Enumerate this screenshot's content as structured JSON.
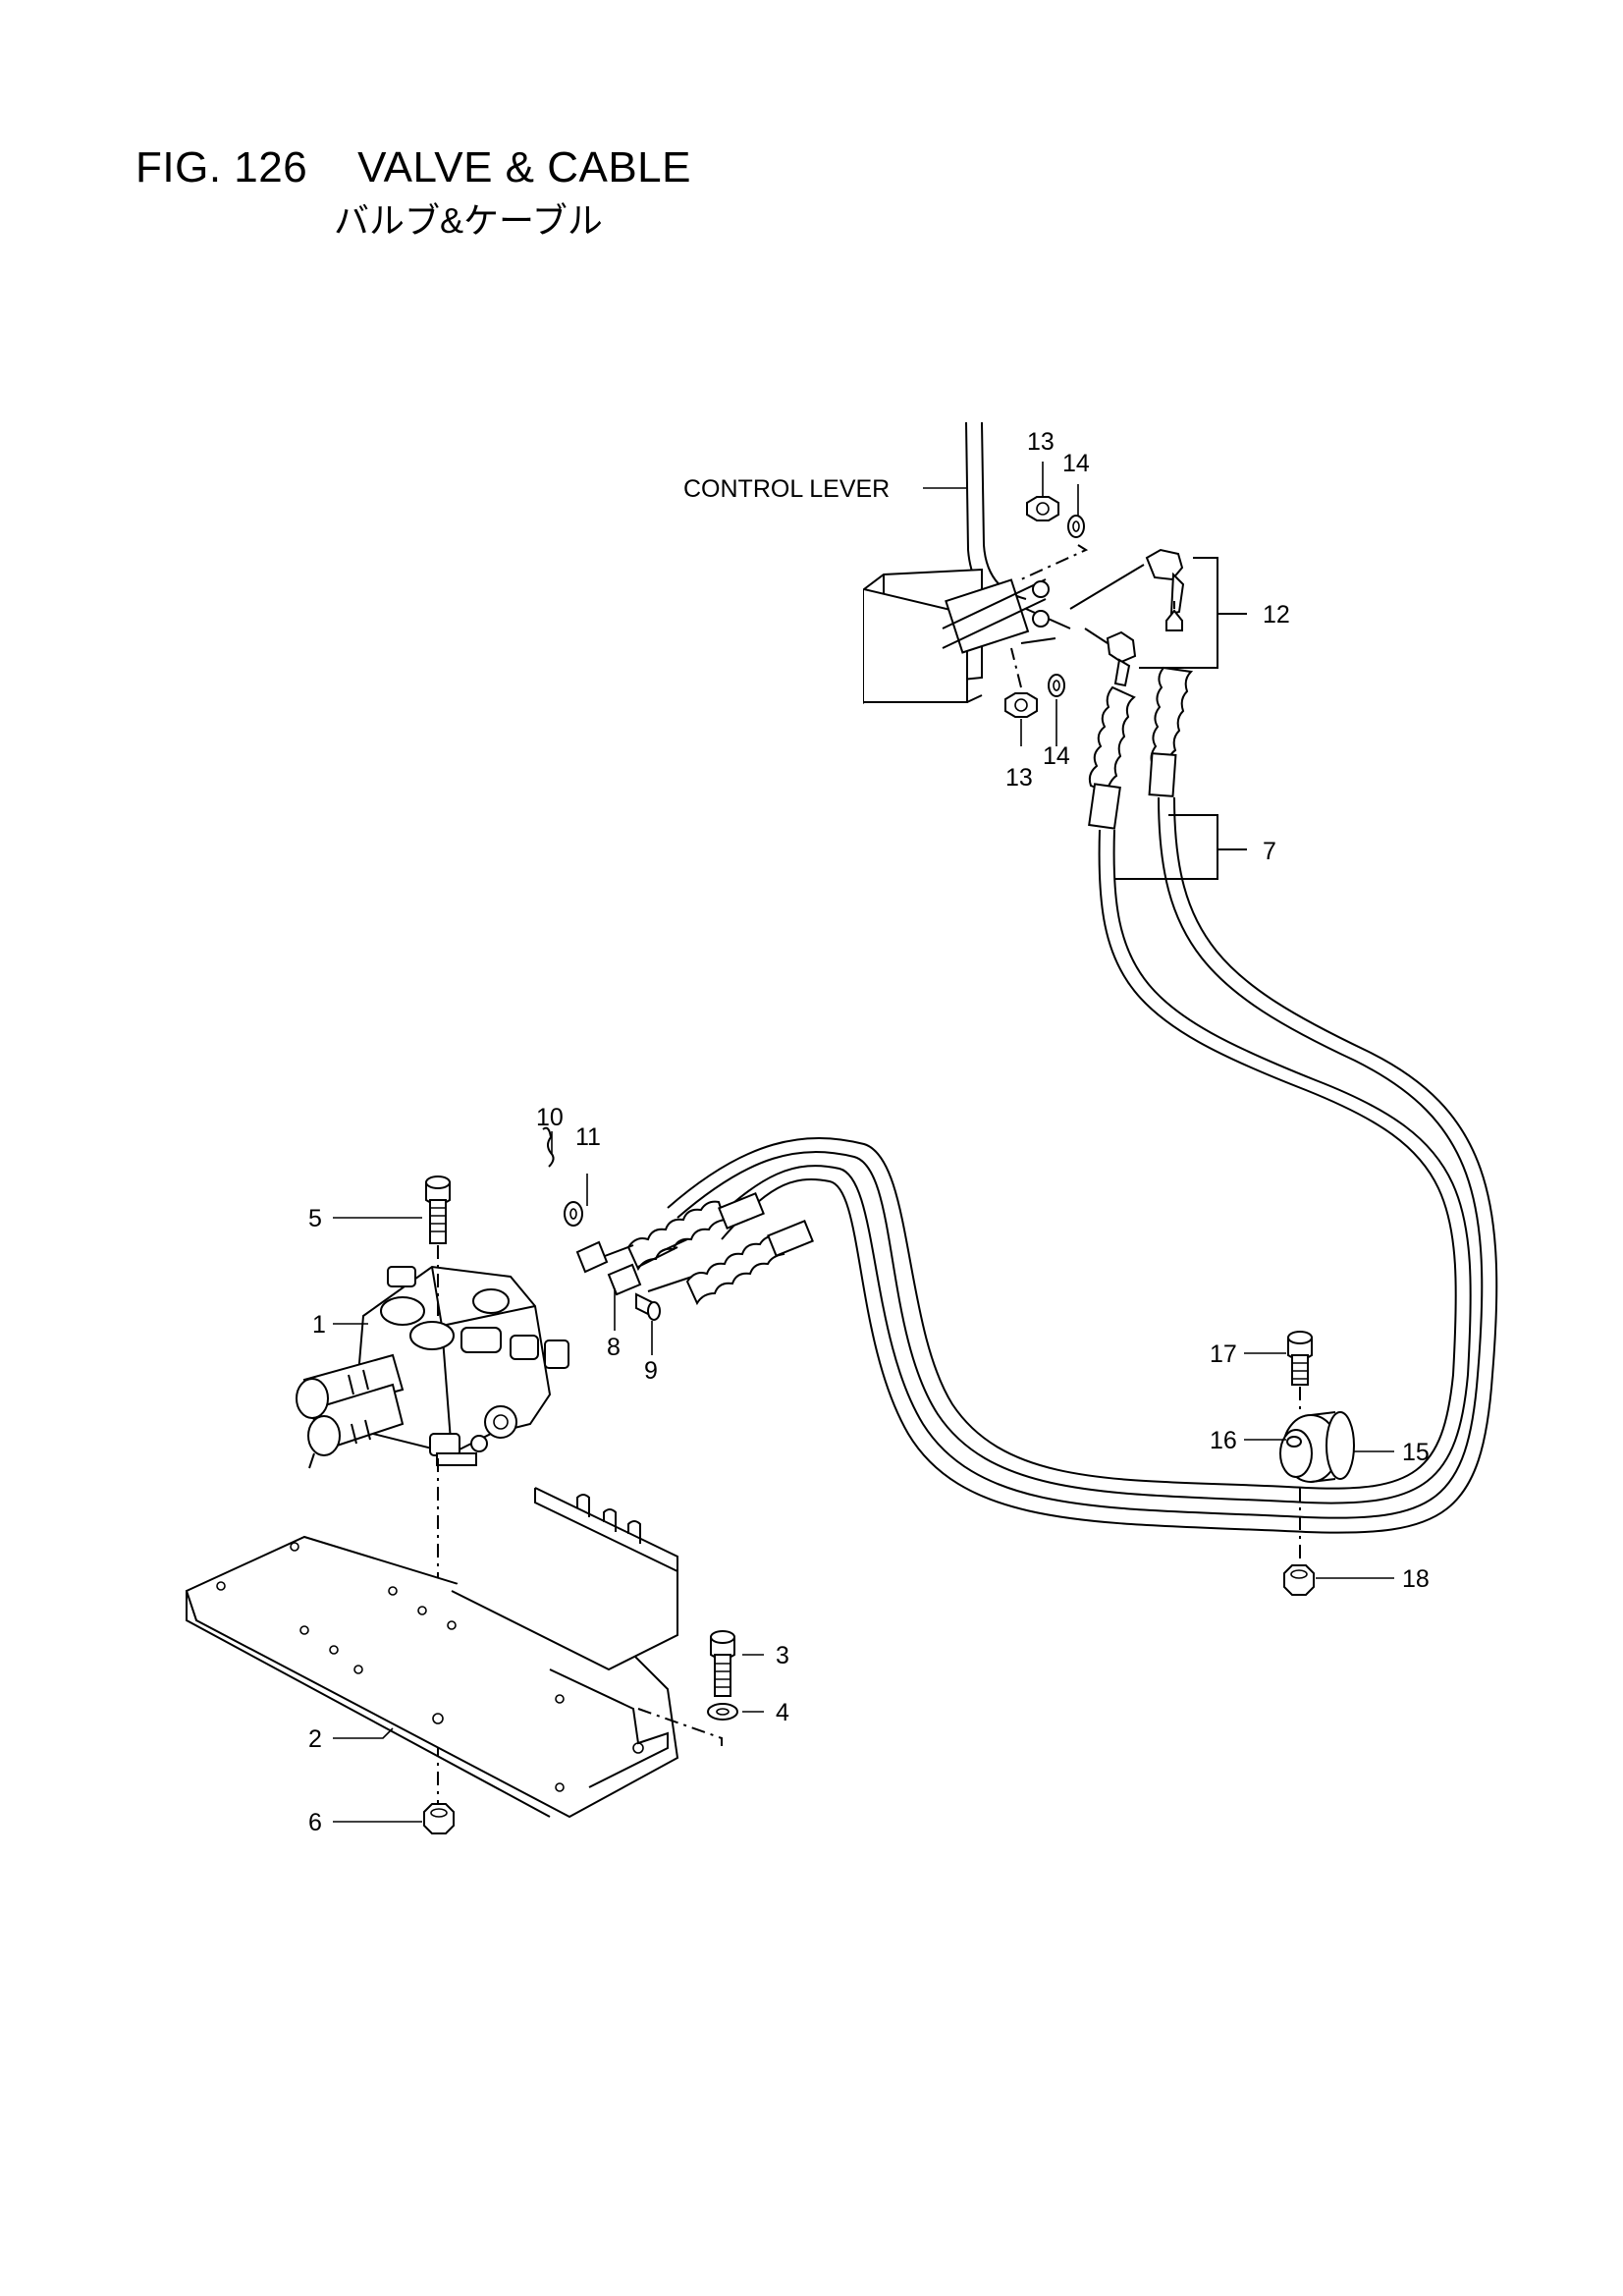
{
  "figure": {
    "title": "FIG. 126    VALVE & CABLE",
    "subtitle": "バルブ&ケーブル"
  },
  "annotations": {
    "control_lever": "CONTROL LEVER"
  },
  "callouts": {
    "c1": "1",
    "c2": "2",
    "c3": "3",
    "c4": "4",
    "c5": "5",
    "c6": "6",
    "c7": "7",
    "c8": "8",
    "c9": "9",
    "c10": "10",
    "c11": "11",
    "c12": "12",
    "c13a": "13",
    "c13b": "13",
    "c14a": "14",
    "c14b": "14",
    "c15": "15",
    "c16": "16",
    "c17": "17",
    "c18": "18"
  }
}
